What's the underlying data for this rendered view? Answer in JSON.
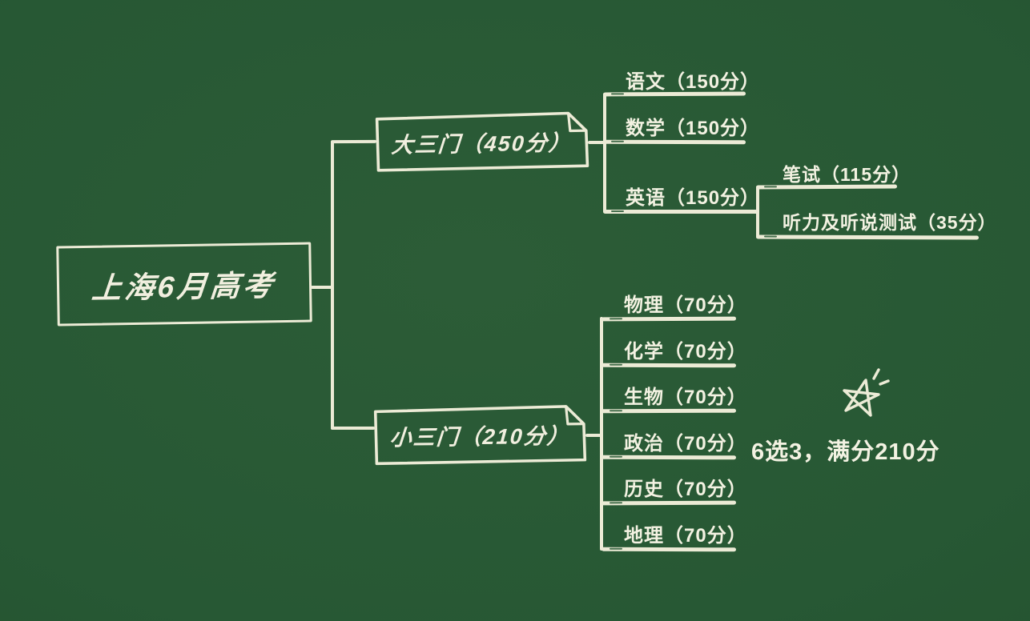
{
  "canvas": {
    "background_color": "#275834",
    "chalk_color": "#ecebd6"
  },
  "root": {
    "label": "上海6月高考"
  },
  "branches": [
    {
      "label": "大三门（450分）",
      "children": [
        {
          "label": "语文（150分）"
        },
        {
          "label": "数学（150分）"
        },
        {
          "label": "英语（150分）",
          "children": [
            {
              "label": "笔试（115分）"
            },
            {
              "label": "听力及听说测试（35分）"
            }
          ]
        }
      ]
    },
    {
      "label": "小三门（210分）",
      "children": [
        {
          "label": "物理（70分）"
        },
        {
          "label": "化学（70分）"
        },
        {
          "label": "生物（70分）"
        },
        {
          "label": "政治（70分）"
        },
        {
          "label": "历史（70分）"
        },
        {
          "label": "地理（70分）"
        }
      ]
    }
  ],
  "annotation": {
    "icon": "sparkle-star-icon",
    "text": "6选3，满分210分"
  }
}
